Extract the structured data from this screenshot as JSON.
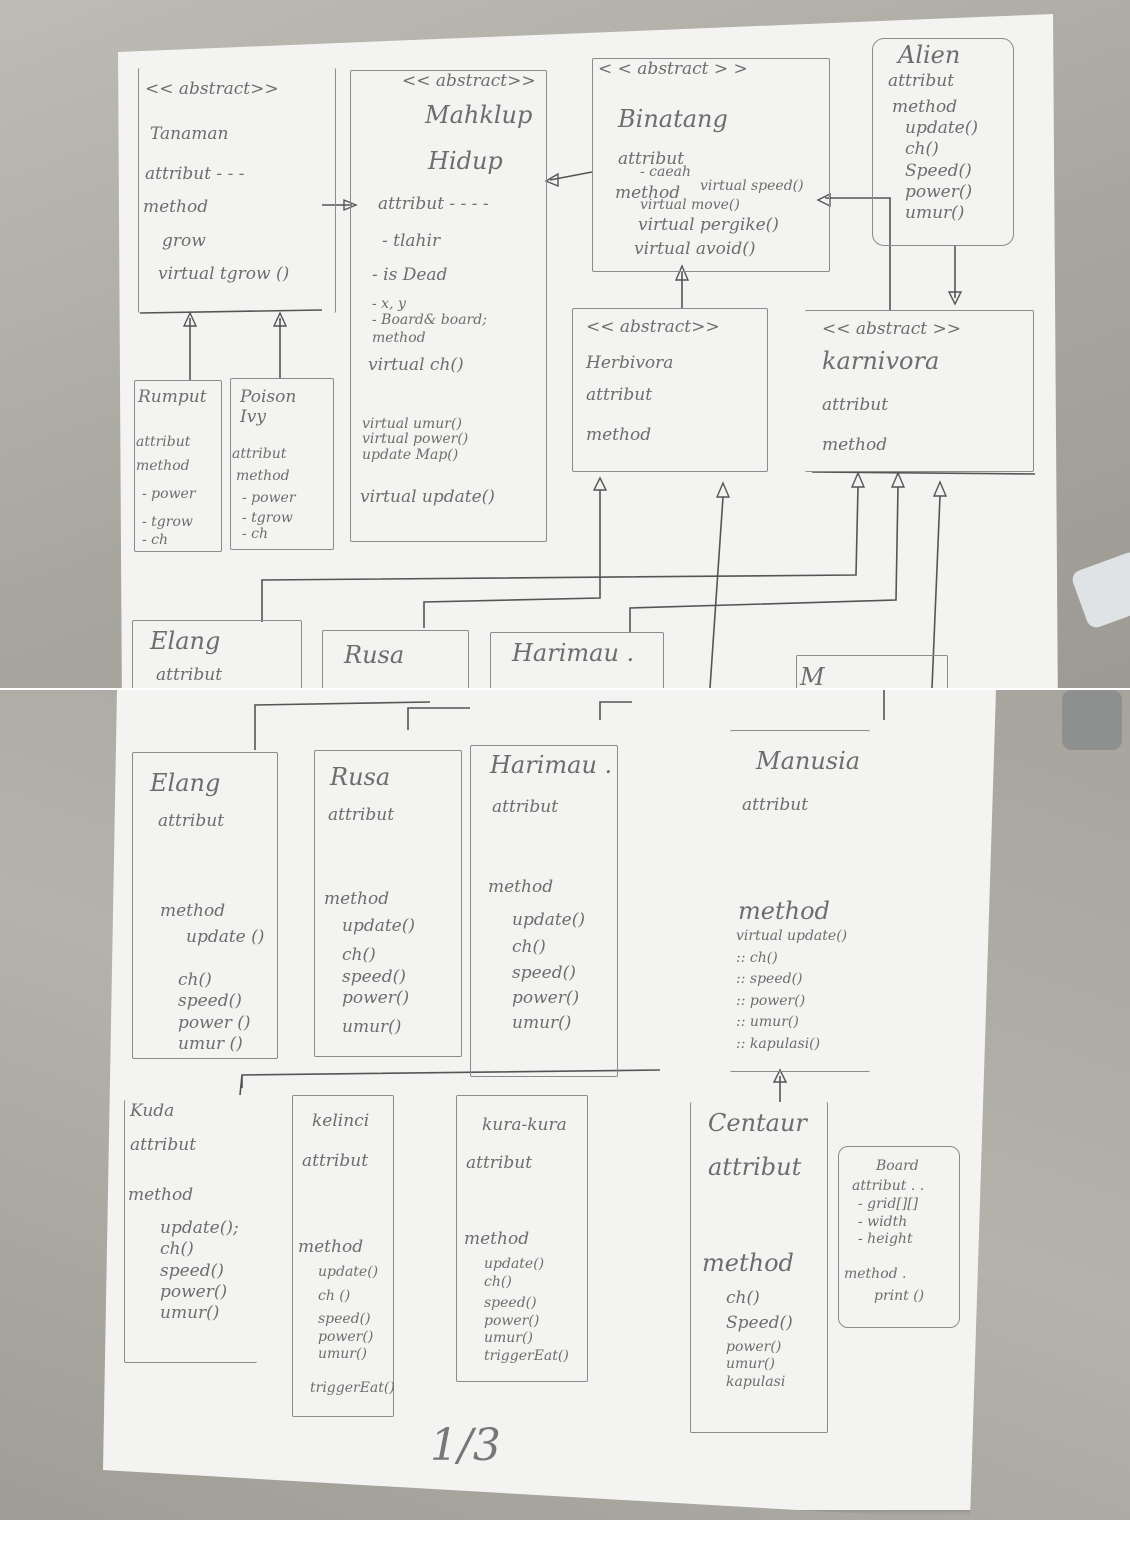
{
  "top": {
    "tanaman": {
      "stereotype": "<< abstract>>",
      "name": "Tanaman",
      "attr": "attribut - - -",
      "method": "method",
      "items": [
        "grow",
        "virtual tgrow ()"
      ]
    },
    "mahluk": {
      "stereotype": "<< abstract>>",
      "name1": "Mahklup",
      "name2": "Hidup",
      "attr": "attribut - - - -",
      "items": [
        "- tlahir",
        "- is Dead",
        "- x, y",
        "- Board& board;"
      ],
      "method": "method",
      "methods": [
        "virtual ch()",
        "virtual umur()",
        "virtual power()",
        "update Map()",
        "virtual update()"
      ]
    },
    "binatang": {
      "stereotype": "< < abstract > >",
      "name": "Binatang",
      "attr": "attribut",
      "attr_item": "- caeah",
      "method": "method",
      "methods": [
        "virtual speed()",
        "virtual move()",
        "virtual pergike()",
        "virtual avoid()"
      ]
    },
    "alien": {
      "name": "Alien",
      "attr": "attribut",
      "method": "method",
      "methods": [
        "update()",
        "ch()",
        "Speed()",
        "power()",
        "umur()"
      ]
    },
    "rumput": {
      "name": "Rumput",
      "attr": "attribut",
      "method": "method",
      "items": [
        "- power",
        "- tgrow",
        "- ch"
      ]
    },
    "poison": {
      "name": "Poison Ivy",
      "attr": "attribut",
      "method": "method",
      "items": [
        "- power",
        "- tgrow",
        "- ch"
      ]
    },
    "herbivora": {
      "stereotype": "<< abstract>>",
      "name": "Herbivora",
      "attr": "attribut",
      "method": "method"
    },
    "karnivora": {
      "stereotype": "<< abstract >>",
      "name": "karnivora",
      "attr": "attribut",
      "method": "method"
    },
    "peek": {
      "elang": "Elang",
      "elang_attr": "attribut",
      "rusa": "Rusa",
      "harimau": "Harimau .",
      "manusia": "M"
    }
  },
  "bottom": {
    "elang": {
      "name": "Elang",
      "attr": "attribut",
      "method": "method",
      "methods": [
        "update ()",
        "ch()",
        "speed()",
        "power ()",
        "umur ()"
      ]
    },
    "rusa": {
      "name": "Rusa",
      "attr": "attribut",
      "method": "method",
      "methods": [
        "update()",
        "ch()",
        "speed()",
        "power()",
        "umur()"
      ]
    },
    "harimau": {
      "name": "Harimau .",
      "attr": "attribut",
      "method": "method",
      "methods": [
        "update()",
        "ch()",
        "speed()",
        "power()",
        "umur()"
      ]
    },
    "manusia": {
      "name": "Manusia",
      "attr": "attribut",
      "method": "method",
      "methods": [
        "virtual update()",
        ":: ch()",
        ":: speed()",
        ":: power()",
        ":: umur()",
        ":: kapulasi()"
      ]
    },
    "kuda": {
      "name": "Kuda",
      "attr": "attribut",
      "method": "method",
      "methods": [
        "update();",
        "ch()",
        "speed()",
        "power()",
        "umur()"
      ]
    },
    "kelinci": {
      "name": "kelinci",
      "attr": "attribut",
      "method": "method",
      "methods": [
        "update()",
        "ch ()",
        "speed()",
        "power()",
        "umur()",
        "triggerEat()"
      ]
    },
    "kura": {
      "name": "kura-kura",
      "attr": "attribut",
      "method": "method",
      "methods": [
        "update()",
        "ch()",
        "speed()",
        "power()",
        "umur()",
        "triggerEat()"
      ]
    },
    "centaur": {
      "name": "Centaur",
      "attr": "attribut",
      "method": "method",
      "methods": [
        "ch()",
        "Speed()",
        "power()",
        "umur()",
        "kapulasi"
      ]
    },
    "board": {
      "name": "Board",
      "attr": "attribut . .",
      "items": [
        "- grid[][]",
        "- width",
        "- height"
      ],
      "method": "method .",
      "methods": [
        "print ()"
      ]
    },
    "page": "1/3"
  }
}
